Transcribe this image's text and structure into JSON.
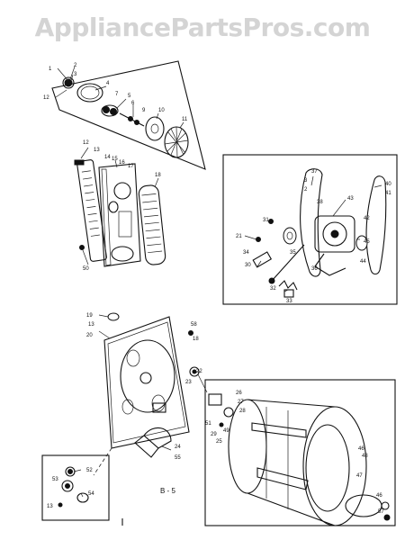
{
  "watermark": "AppliancePartsPros.com",
  "page_code": "B - 5",
  "part_labels": {
    "p1": "1",
    "p2": "2",
    "p3": "3",
    "p4": "4",
    "p5": "5",
    "p6": "6",
    "p7": "7",
    "p9": "9",
    "p10": "10",
    "p11": "11",
    "p12": "12",
    "p13": "13",
    "p14": "14",
    "p15": "15",
    "p16": "16",
    "p17": "17",
    "p18": "18",
    "p19": "19",
    "p20": "20",
    "p21": "21",
    "p22": "22",
    "p23": "23",
    "p24": "24",
    "p25": "25",
    "p26": "26",
    "p27": "27",
    "p28": "28",
    "p29": "29",
    "p30": "30",
    "p31": "31",
    "p32": "32",
    "p33": "33",
    "p34": "34",
    "p35": "35",
    "p36": "36",
    "p37": "37",
    "p38": "38",
    "p40": "40",
    "p41": "41",
    "p42": "42",
    "p43": "43",
    "p44": "44",
    "p45": "45",
    "p46": "46",
    "p47": "47",
    "p48": "48",
    "p49": "49",
    "p50": "50",
    "p51": "51",
    "p52": "52",
    "p53": "53",
    "p54": "54",
    "p55": "55",
    "p57": "57",
    "p58": "58"
  }
}
